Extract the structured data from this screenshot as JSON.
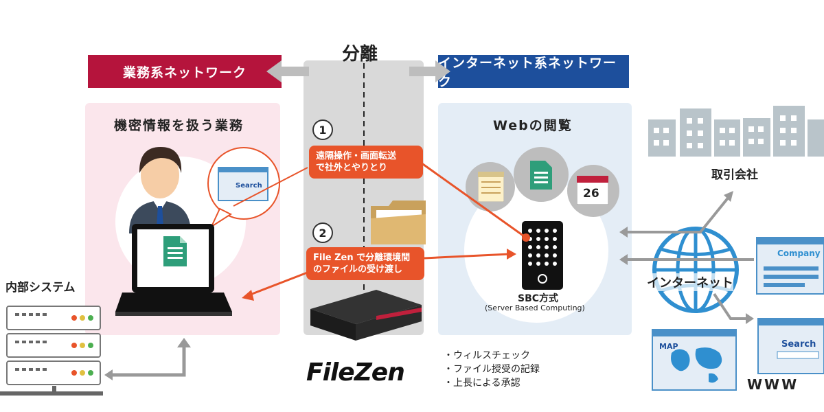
{
  "separation_label": "分離",
  "left_network": {
    "banner": "業務系ネットワーク",
    "color": "#b5143c",
    "panel_title": "機密情報を扱う業務",
    "panel_color": "#fbe6ec"
  },
  "right_network": {
    "banner": "インターネット系ネットワーク",
    "color": "#1d4f9c",
    "panel_title": "Webの閲覧",
    "panel_color": "#e4edf6"
  },
  "steps": [
    {
      "number": "1",
      "lines": [
        "遠隔操作・画面転送",
        "で社外とやりとり"
      ]
    },
    {
      "number": "2",
      "lines": [
        "File Zen で分離環境間",
        "のファイルの受け渡し"
      ]
    }
  ],
  "accent_color": "#e8542a",
  "laptop_screen_search": "Search",
  "calendar_day": "26",
  "sbc": {
    "title": "SBC方式",
    "subtitle": "(Server Based Computing)"
  },
  "product_logo": "FileZen",
  "features": [
    "・ウィルスチェック",
    "・ファイル授受の記録",
    "・上長による承認"
  ],
  "internal_system": "内部システム",
  "partner_companies": "取引会社",
  "internet_label": "インターネット",
  "company_card": "Company",
  "search_card": "Search",
  "map_card": "MAP",
  "www_label": "WWW",
  "icons": [
    "person-icon",
    "laptop-icon",
    "document-icon",
    "folder-icon",
    "filezen-device-icon",
    "server-tower-icon",
    "calendar-icon",
    "globe-icon",
    "building-icon",
    "server-rack-icon",
    "notepad-icon"
  ]
}
